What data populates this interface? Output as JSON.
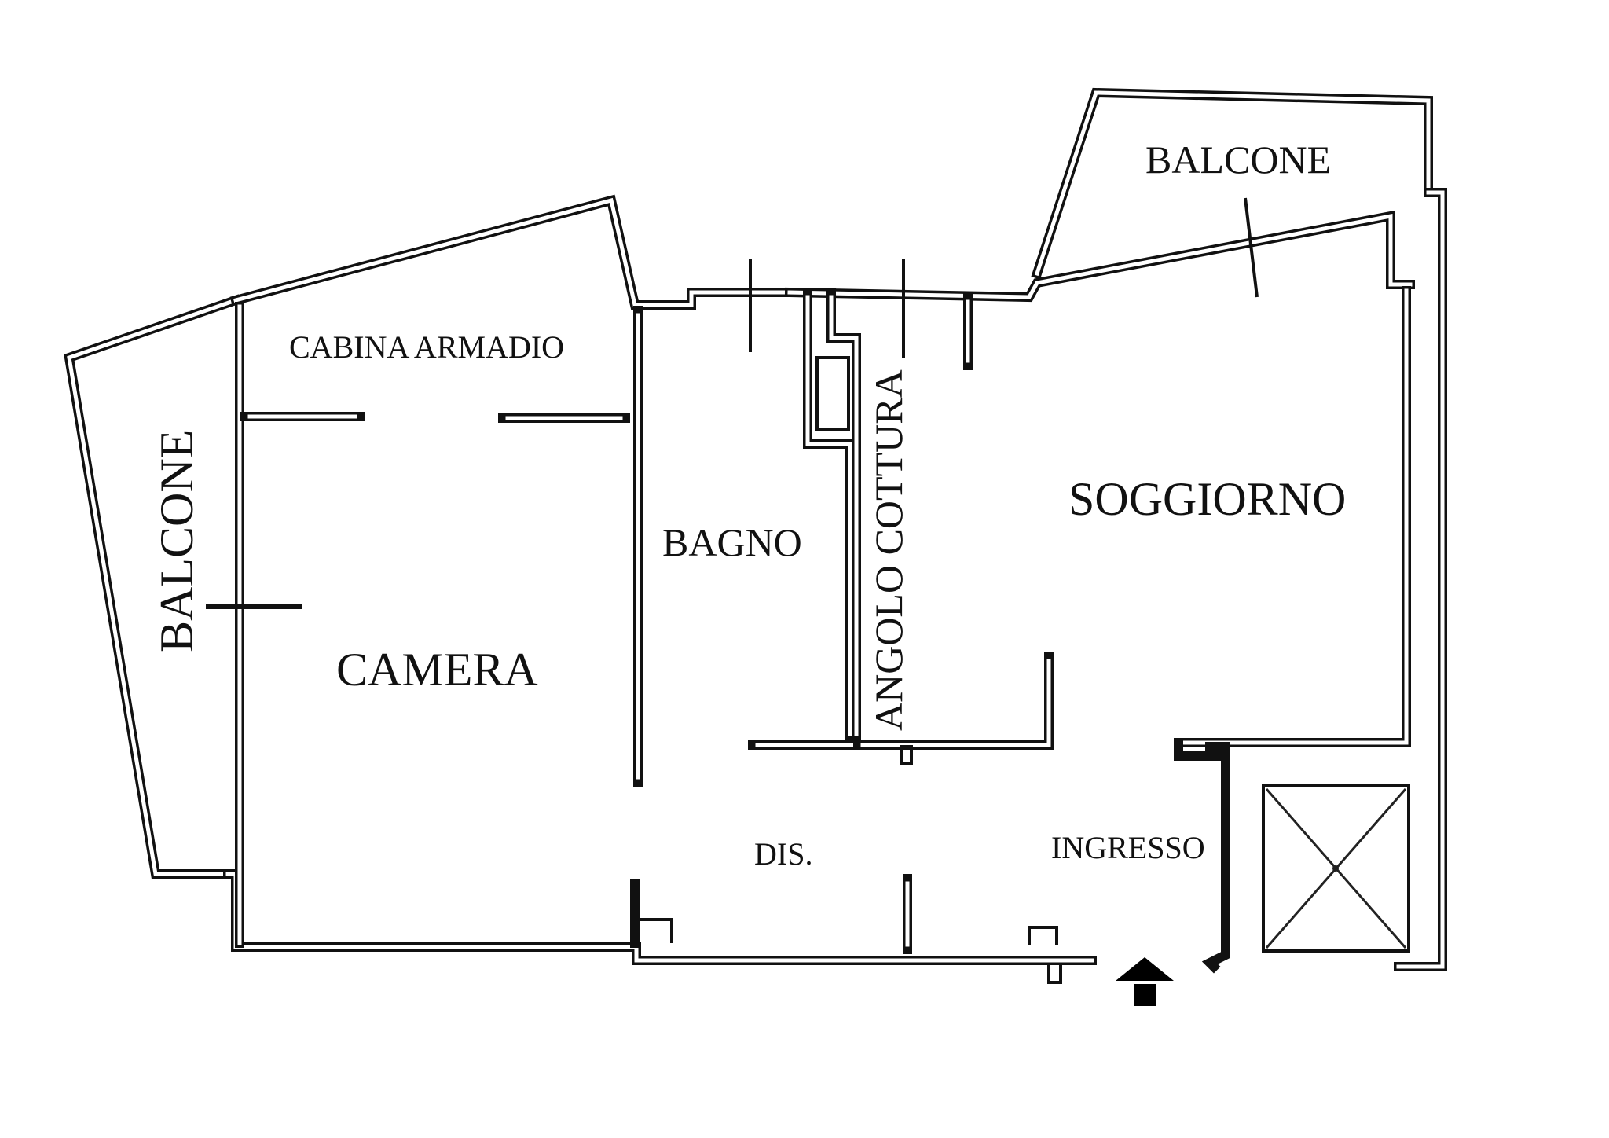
{
  "rooms": {
    "balcone_top": "BALCONE",
    "balcone_left": "BALCONE",
    "cabina_armadio": "CABINA ARMADIO",
    "bagno": "BAGNO",
    "angolo_cottura": "ANGOLO COTTURA",
    "soggiorno": "SOGGIORNO",
    "camera": "CAMERA",
    "dis": "DIS.",
    "ingresso": "INGRESSO"
  },
  "icons": {
    "entrance": "entrance-arrow-icon",
    "elevator": "elevator-shaft-icon"
  },
  "colors": {
    "wall": "#111111",
    "background": "#ffffff"
  }
}
